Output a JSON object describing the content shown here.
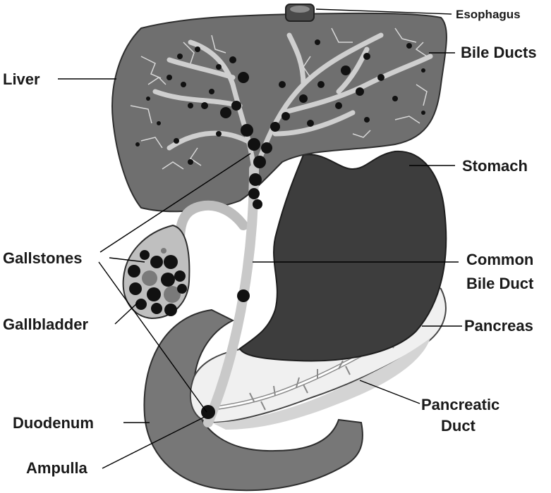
{
  "labels": {
    "esophagus": "Esophagus",
    "bile_ducts": "Bile Ducts",
    "liver": "Liver",
    "stomach": "Stomach",
    "gallstones": "Gallstones",
    "common_bile_duct_line1": "Common",
    "common_bile_duct_line2": "Bile Duct",
    "gallbladder": "Gallbladder",
    "pancreas": "Pancreas",
    "pancreatic_duct_line1": "Pancreatic",
    "pancreatic_duct_line2": "Duct",
    "duodenum": "Duodenum",
    "ampulla": "Ampulla"
  },
  "colors": {
    "liver": "#6f6f6f",
    "liver_outline": "#2e2e2e",
    "stomach": "#3d3d3d",
    "duodenum": "#777777",
    "pancreas": "#f0f0f0",
    "ducts": "#d9d9d9",
    "gallbladder": "#bfbfbf",
    "stones": "#111111"
  }
}
